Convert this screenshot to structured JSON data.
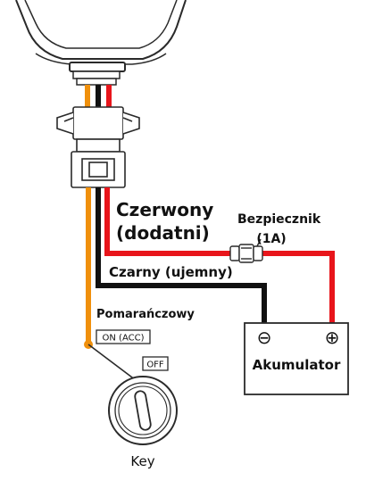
{
  "labels": {
    "red_wire": [
      "Czerwony",
      "(dodatni)"
    ],
    "fuse": [
      "Bezpiecznik",
      "(1A)"
    ],
    "black_wire": "Czarny (ujemny)",
    "orange_wire": "Pomarańczowy",
    "battery": "Akumulator",
    "battery_negative": "⊖",
    "battery_positive": "⊕",
    "switch_on": "ON (ACC)",
    "switch_off": "OFF",
    "key": "Key"
  },
  "colors": {
    "red_wire": "#e8151b",
    "black_wire": "#111111",
    "orange_wire": "#f0900c",
    "outline": "#2a2a2a"
  }
}
